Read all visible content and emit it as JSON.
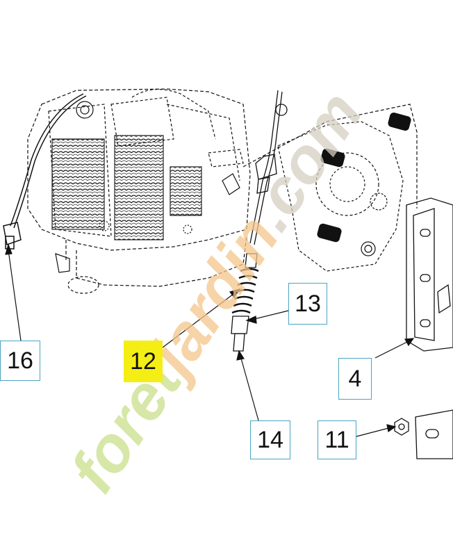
{
  "callouts": {
    "p16": "16",
    "p12": "12",
    "p13": "13",
    "p4": "4",
    "p14": "14",
    "p11": "11"
  },
  "highlight_color": "#f5ee14",
  "watermark": {
    "text_part1": "foret",
    "text_part2": "jardin",
    "text_part3": ".com",
    "colors": [
      "#c9df8a",
      "#f3c68c",
      "#d6cfc2"
    ]
  }
}
